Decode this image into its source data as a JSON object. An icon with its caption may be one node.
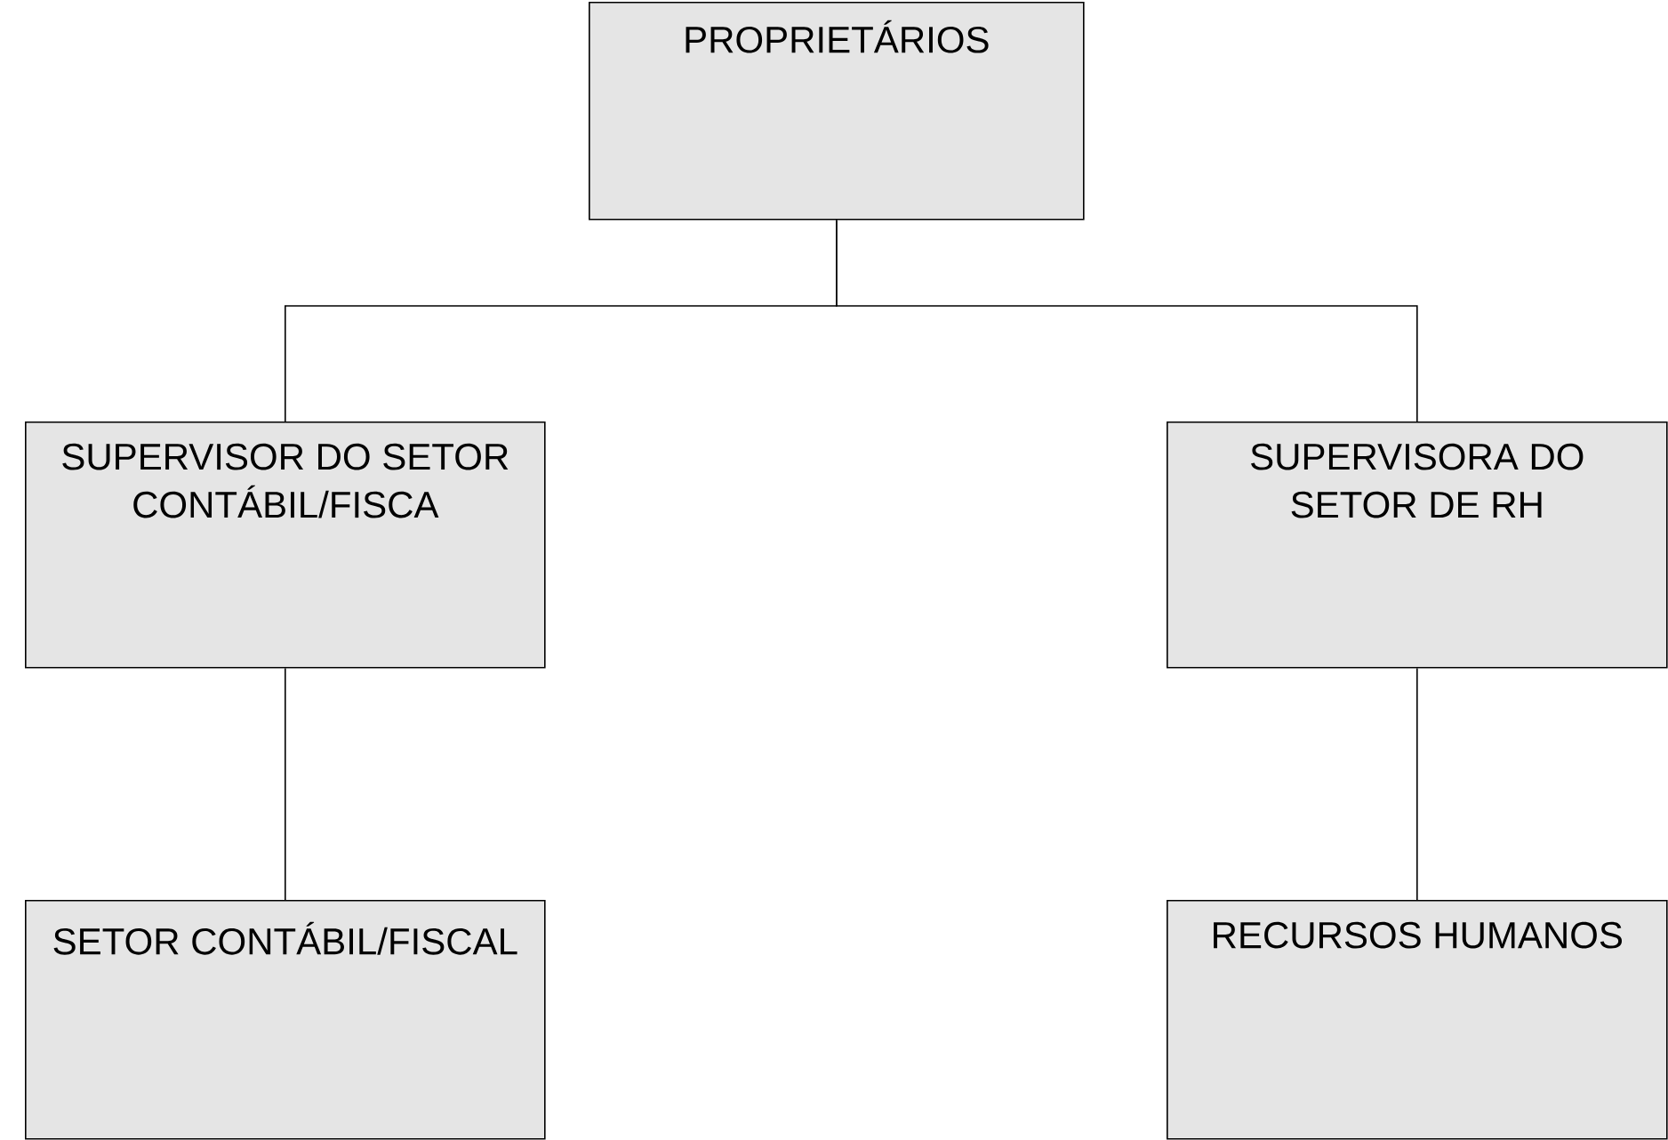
{
  "diagram": {
    "nodes": [
      {
        "text": [
          "PROPRIETÁRIOS"
        ]
      },
      {
        "text": [
          "SUPERVISOR DO SETOR CONTÁBIL/FISCA"
        ]
      },
      {
        "text": [
          "SUPERVISORA DO SETOR DE RH"
        ]
      },
      {
        "text": [
          "SETOR CONTÁBIL/FISCAL"
        ]
      },
      {
        "text": [
          "RECURSOS HUMANOS"
        ]
      }
    ],
    "edges": [
      {
        "from": 0,
        "to": 1,
        "arrow": "none"
      },
      {
        "from": 0,
        "to": 2,
        "arrow": "none"
      },
      {
        "from": 1,
        "to": 3,
        "arrow": "none"
      },
      {
        "from": 2,
        "to": 4,
        "arrow": "none"
      }
    ]
  }
}
